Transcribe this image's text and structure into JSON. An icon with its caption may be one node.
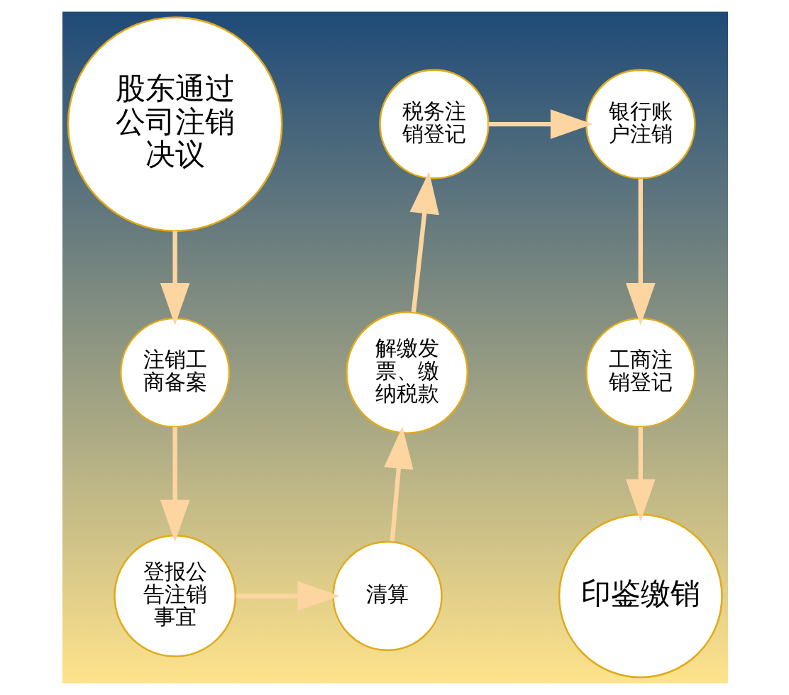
{
  "diagram": {
    "nodes": [
      {
        "text": [
          "股东通过公司注销决议"
        ]
      },
      {
        "text": [
          "注销工商备案"
        ]
      },
      {
        "text": [
          "登报公告注销事宜"
        ]
      },
      {
        "text": [
          "清算"
        ]
      },
      {
        "text": [
          "解缴发票、缴纳税款"
        ]
      },
      {
        "text": [
          "税务注销登记"
        ]
      },
      {
        "text": [
          "银行账户注销"
        ]
      },
      {
        "text": [
          "工商注销登记"
        ]
      },
      {
        "text": [
          "印鉴缴销"
        ]
      }
    ],
    "edges": [
      {
        "from": 0,
        "to": 1,
        "arrow": "to"
      },
      {
        "from": 1,
        "to": 2,
        "arrow": "to"
      },
      {
        "from": 2,
        "to": 3,
        "arrow": "to"
      },
      {
        "from": 3,
        "to": 4,
        "arrow": "to"
      },
      {
        "from": 4,
        "to": 5,
        "arrow": "to"
      },
      {
        "from": 5,
        "to": 6,
        "arrow": "to"
      },
      {
        "from": 6,
        "to": 7,
        "arrow": "to"
      },
      {
        "from": 7,
        "to": 8,
        "arrow": "to"
      }
    ]
  }
}
